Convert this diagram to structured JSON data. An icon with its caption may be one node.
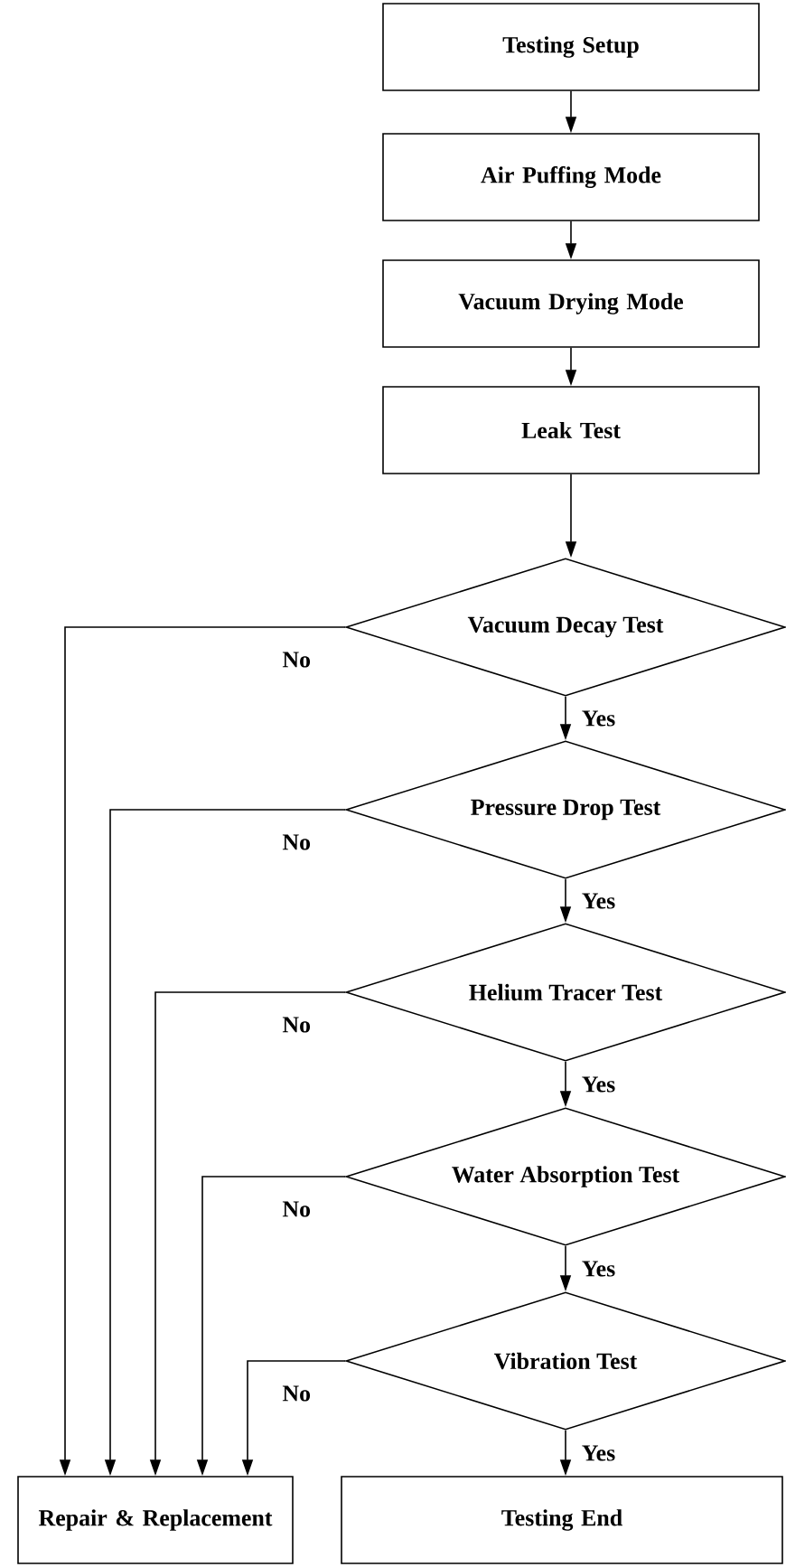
{
  "diagram": {
    "nodes": [
      {
        "text": [
          "Testing Setup"
        ]
      },
      {
        "text": [
          "Air Puffing Mode"
        ]
      },
      {
        "text": [
          "Vacuum Drying Mode"
        ]
      },
      {
        "text": [
          "Leak Test"
        ]
      },
      {
        "text": [
          "Vacuum Decay Test"
        ]
      },
      {
        "text": [
          "Pressure Drop Test"
        ]
      },
      {
        "text": [
          "Helium Tracer Test"
        ]
      },
      {
        "text": [
          "Water Absorption Test"
        ]
      },
      {
        "text": [
          "Vibration Test"
        ]
      },
      {
        "text": [
          "Repair & Replacement"
        ]
      },
      {
        "text": [
          "Testing End"
        ]
      }
    ],
    "edges": [
      {
        "from": 0,
        "to": 1,
        "arrow": "to"
      },
      {
        "from": 1,
        "to": 2,
        "arrow": "to"
      },
      {
        "from": 2,
        "to": 3,
        "arrow": "to"
      },
      {
        "from": 3,
        "to": 4,
        "arrow": "to"
      },
      {
        "from": 4,
        "to": 5,
        "arrow": "to",
        "label": "Yes"
      },
      {
        "from": 5,
        "to": 6,
        "arrow": "to",
        "label": "Yes"
      },
      {
        "from": 6,
        "to": 7,
        "arrow": "to",
        "label": "Yes"
      },
      {
        "from": 7,
        "to": 8,
        "arrow": "to",
        "label": "Yes"
      },
      {
        "from": 8,
        "to": 10,
        "arrow": "to",
        "label": "Yes"
      },
      {
        "from": 4,
        "to": 9,
        "arrow": "to",
        "label": "No"
      },
      {
        "from": 5,
        "to": 9,
        "arrow": "to",
        "label": "No"
      },
      {
        "from": 6,
        "to": 9,
        "arrow": "to",
        "label": "No"
      },
      {
        "from": 7,
        "to": 9,
        "arrow": "to",
        "label": "No"
      },
      {
        "from": 8,
        "to": 9,
        "arrow": "to",
        "label": "No"
      }
    ]
  }
}
